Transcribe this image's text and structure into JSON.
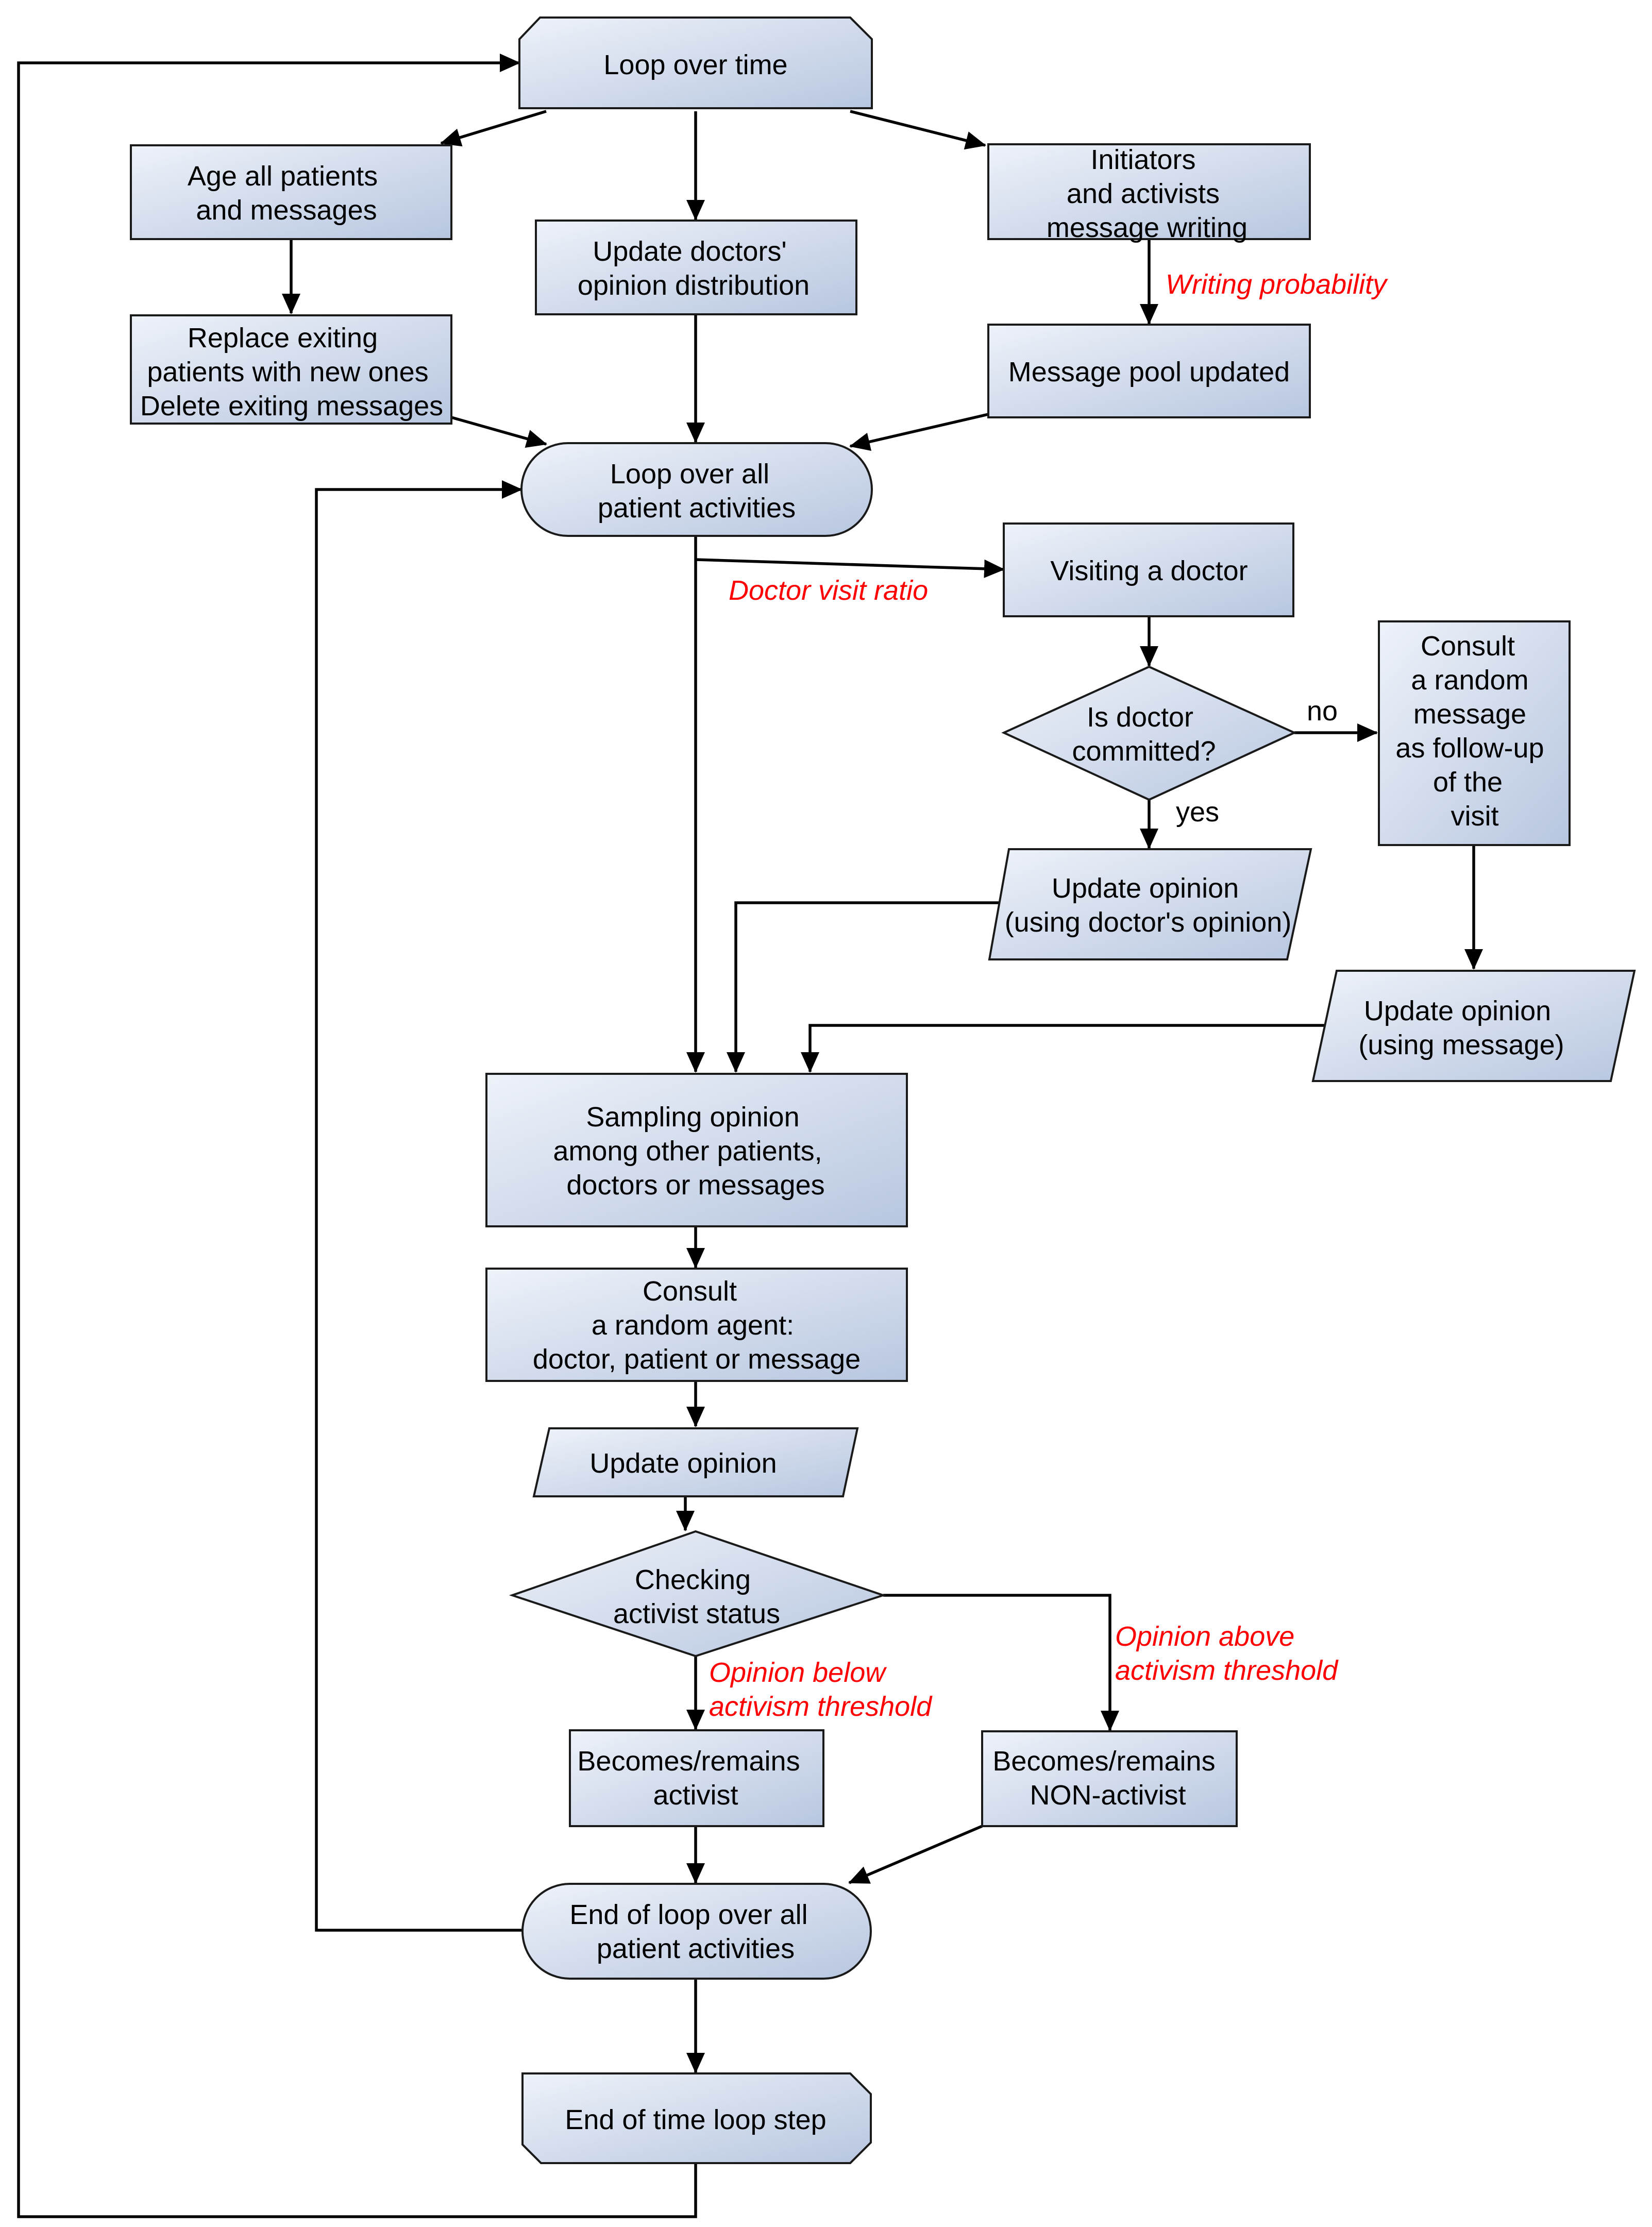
{
  "colors": {
    "node_fill_light": "#eef2f9",
    "node_fill_dark": "#b7c6e0",
    "stroke": "#1a1a1a",
    "edge_label_red": "#ff0000"
  },
  "nodes": {
    "loop_time": [
      "Loop over time"
    ],
    "age": [
      "Age all patients",
      "and messages"
    ],
    "doctors_dist": [
      "Update doctors'",
      "opinion distribution"
    ],
    "initiators": [
      "Initiators",
      "and activists",
      "message writing"
    ],
    "replace": [
      "Replace exiting",
      "patients with new ones",
      "Delete exiting messages"
    ],
    "pool": [
      "Message pool updated"
    ],
    "loop_patients": [
      "Loop over all",
      "patient activities"
    ],
    "visiting": [
      "Visiting a doctor"
    ],
    "is_committed": [
      "Is doctor",
      "committed?"
    ],
    "consult_message": [
      "Consult",
      "a random",
      "message",
      "as follow-up",
      "of the",
      "visit"
    ],
    "update_doctor": [
      "Update opinion",
      "(using doctor's opinion)"
    ],
    "update_message": [
      "Update opinion",
      "(using message)"
    ],
    "sampling": [
      "Sampling opinion",
      "among other patients,",
      "doctors or messages"
    ],
    "consult_agent": [
      "Consult",
      "a random agent:",
      "doctor, patient or message"
    ],
    "update_opinion": [
      "Update opinion"
    ],
    "checking": [
      "Checking",
      "activist status"
    ],
    "activist": [
      "Becomes/remains",
      "activist"
    ],
    "non_activist": [
      "Becomes/remains",
      "NON-activist"
    ],
    "end_patients": [
      "End of loop over all",
      "patient activities"
    ],
    "end_time": [
      "End of time loop step"
    ]
  },
  "edge_labels": {
    "writing_probability": [
      "Writing probability"
    ],
    "doctor_visit_ratio": [
      "Doctor visit ratio"
    ],
    "no": [
      "no"
    ],
    "yes": [
      "yes"
    ],
    "opinion_below": [
      "Opinion below",
      "activism threshold"
    ],
    "opinion_above": [
      "Opinion above",
      "activism threshold"
    ]
  }
}
